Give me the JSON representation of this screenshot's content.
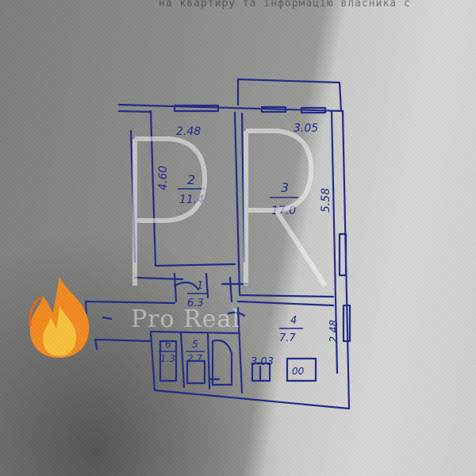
{
  "header_text": "на квартиру та інформацію власника с",
  "watermark": "Pro Real",
  "rooms": [
    {
      "number": "2",
      "area": "11.4"
    },
    {
      "number": "3",
      "area": "17.0"
    },
    {
      "number": "1",
      "area": "6.3"
    },
    {
      "number": "4",
      "area": "7.7"
    },
    {
      "number": "6",
      "area": "1.3"
    },
    {
      "number": "5",
      "area": "2.7"
    }
  ],
  "dimensions": {
    "top_left": "2.48",
    "top_right": "3.05",
    "left_room2": "4.60",
    "right_room3": "5.58",
    "kitchen_width": "3.03",
    "kitchen_side": "2.48"
  },
  "stove_label": "00",
  "colors": {
    "ink": "#1e2a8a",
    "cardboard": "#8c8c8a"
  },
  "overlay_icon": "fire-icon"
}
